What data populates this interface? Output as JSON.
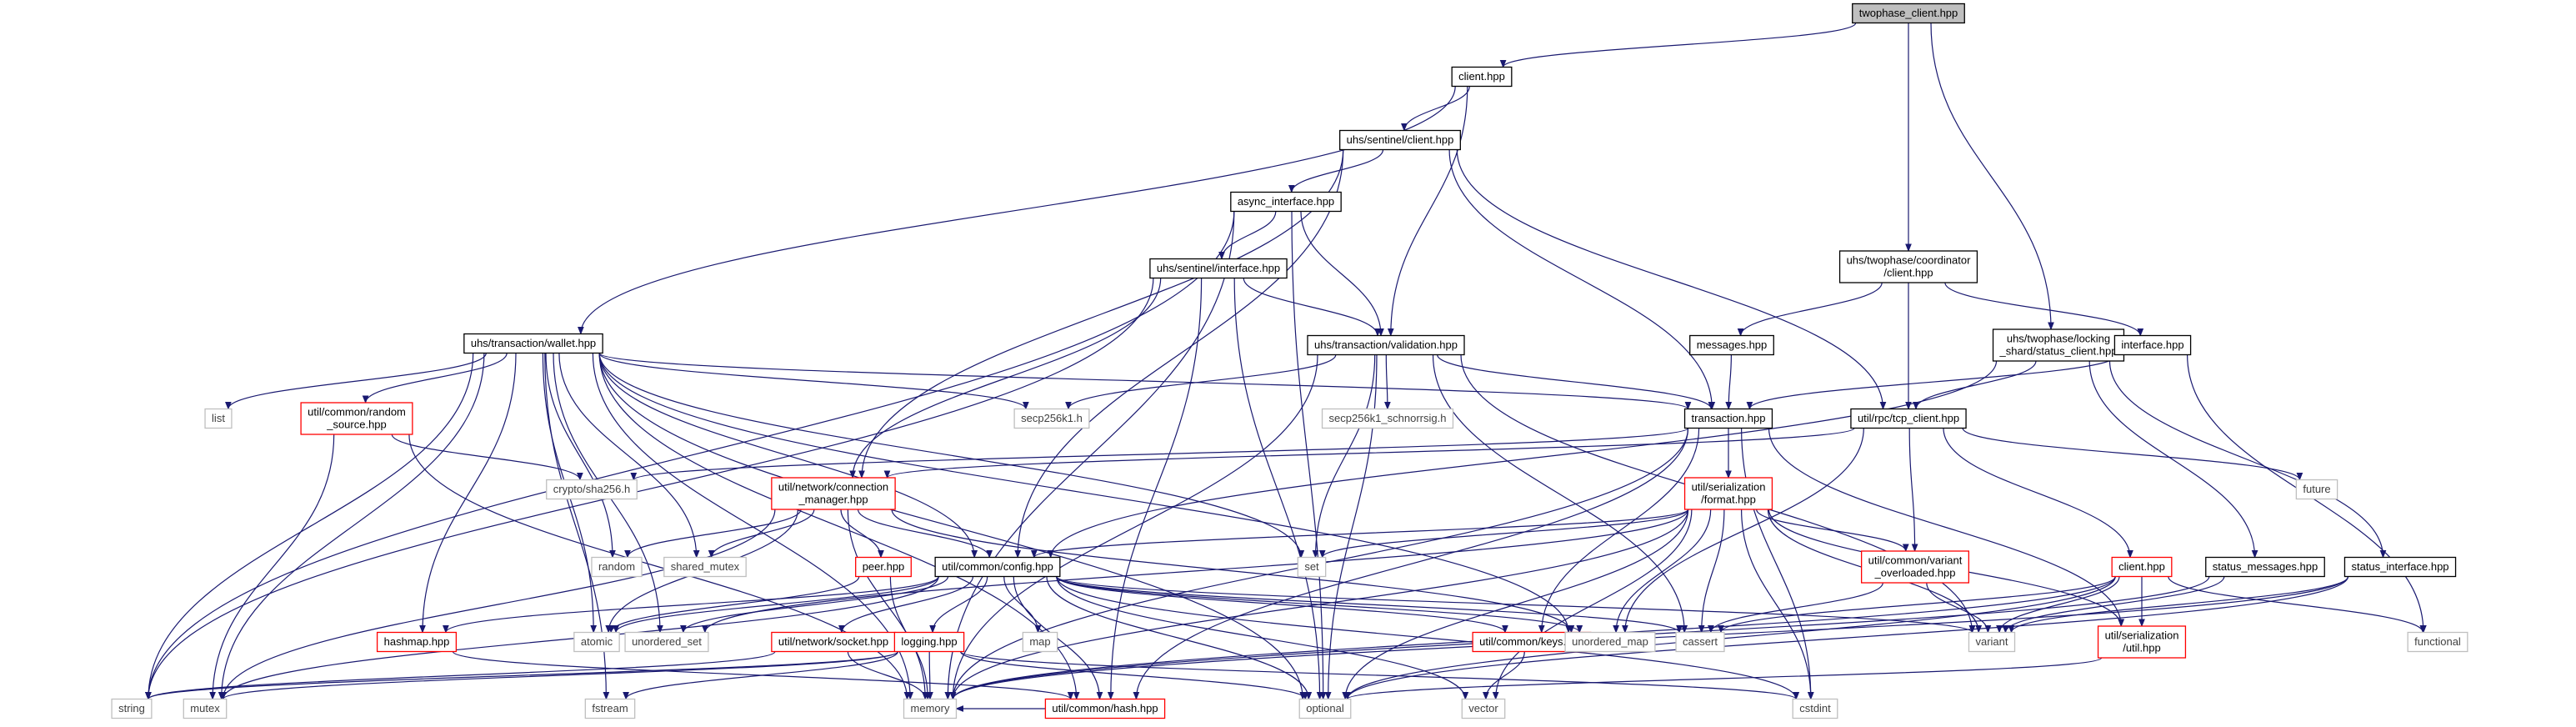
{
  "colors": {
    "root_fill": "#bfbfbf",
    "normal_stroke": "#000000",
    "truncated_stroke": "#ff0000",
    "external_stroke": "#bfbfbf",
    "external_text": "#404040",
    "edge": "#191970"
  },
  "nodes": [
    {
      "id": "root",
      "lines": [
        "twophase_client.hpp"
      ],
      "kind": "root"
    },
    {
      "id": "client_hpp",
      "lines": [
        "client.hpp"
      ],
      "kind": "normal"
    },
    {
      "id": "sentinel_client",
      "lines": [
        "uhs/sentinel/client.hpp"
      ],
      "kind": "normal"
    },
    {
      "id": "async_interface",
      "lines": [
        "async_interface.hpp"
      ],
      "kind": "normal"
    },
    {
      "id": "sentinel_interface",
      "lines": [
        "uhs/sentinel/interface.hpp"
      ],
      "kind": "normal"
    },
    {
      "id": "coordinator_client",
      "lines": [
        "uhs/twophase/coordinator",
        "/client.hpp"
      ],
      "kind": "normal"
    },
    {
      "id": "messages",
      "lines": [
        "messages.hpp"
      ],
      "kind": "normal"
    },
    {
      "id": "locking_status",
      "lines": [
        "uhs/twophase/locking",
        "_shard/status_client.hpp"
      ],
      "kind": "normal"
    },
    {
      "id": "interface_hpp",
      "lines": [
        "interface.hpp"
      ],
      "kind": "normal"
    },
    {
      "id": "wallet",
      "lines": [
        "uhs/transaction/wallet.hpp"
      ],
      "kind": "normal"
    },
    {
      "id": "validation",
      "lines": [
        "uhs/transaction/validation.hpp"
      ],
      "kind": "normal"
    },
    {
      "id": "transaction",
      "lines": [
        "transaction.hpp"
      ],
      "kind": "normal"
    },
    {
      "id": "tcp_client",
      "lines": [
        "util/rpc/tcp_client.hpp"
      ],
      "kind": "normal"
    },
    {
      "id": "random_source",
      "lines": [
        "util/common/random",
        "_source.hpp"
      ],
      "kind": "truncated"
    },
    {
      "id": "list",
      "lines": [
        "list"
      ],
      "kind": "external"
    },
    {
      "id": "secp256k1",
      "lines": [
        "secp256k1.h"
      ],
      "kind": "external"
    },
    {
      "id": "schnorrsig",
      "lines": [
        "secp256k1_schnorrsig.h"
      ],
      "kind": "external"
    },
    {
      "id": "sha256",
      "lines": [
        "crypto/sha256.h"
      ],
      "kind": "external"
    },
    {
      "id": "conn_manager",
      "lines": [
        "util/network/connection",
        "_manager.hpp"
      ],
      "kind": "truncated"
    },
    {
      "id": "format",
      "lines": [
        "util/serialization",
        "/format.hpp"
      ],
      "kind": "truncated"
    },
    {
      "id": "future",
      "lines": [
        "future"
      ],
      "kind": "external"
    },
    {
      "id": "random",
      "lines": [
        "random"
      ],
      "kind": "external"
    },
    {
      "id": "shared_mutex",
      "lines": [
        "shared_mutex"
      ],
      "kind": "external"
    },
    {
      "id": "set",
      "lines": [
        "set"
      ],
      "kind": "external"
    },
    {
      "id": "peer",
      "lines": [
        "peer.hpp"
      ],
      "kind": "truncated"
    },
    {
      "id": "config",
      "lines": [
        "util/common/config.hpp"
      ],
      "kind": "normal"
    },
    {
      "id": "variant_overloaded",
      "lines": [
        "util/common/variant",
        "_overloaded.hpp"
      ],
      "kind": "truncated"
    },
    {
      "id": "client_hpp2",
      "lines": [
        "client.hpp"
      ],
      "kind": "truncated"
    },
    {
      "id": "status_messages",
      "lines": [
        "status_messages.hpp"
      ],
      "kind": "normal"
    },
    {
      "id": "status_interface",
      "lines": [
        "status_interface.hpp"
      ],
      "kind": "normal"
    },
    {
      "id": "hashmap",
      "lines": [
        "hashmap.hpp"
      ],
      "kind": "truncated"
    },
    {
      "id": "atomic",
      "lines": [
        "atomic"
      ],
      "kind": "external"
    },
    {
      "id": "unordered_set",
      "lines": [
        "unordered_set"
      ],
      "kind": "external"
    },
    {
      "id": "socket",
      "lines": [
        "util/network/socket.hpp"
      ],
      "kind": "truncated"
    },
    {
      "id": "logging",
      "lines": [
        "logging.hpp"
      ],
      "kind": "truncated"
    },
    {
      "id": "map",
      "lines": [
        "map"
      ],
      "kind": "external"
    },
    {
      "id": "keys",
      "lines": [
        "util/common/keys.hpp"
      ],
      "kind": "truncated"
    },
    {
      "id": "unordered_map",
      "lines": [
        "unordered_map"
      ],
      "kind": "external"
    },
    {
      "id": "cassert",
      "lines": [
        "cassert"
      ],
      "kind": "external"
    },
    {
      "id": "variant",
      "lines": [
        "variant"
      ],
      "kind": "external"
    },
    {
      "id": "ser_util",
      "lines": [
        "util/serialization",
        "/util.hpp"
      ],
      "kind": "truncated"
    },
    {
      "id": "functional",
      "lines": [
        "functional"
      ],
      "kind": "external"
    },
    {
      "id": "string",
      "lines": [
        "string"
      ],
      "kind": "external"
    },
    {
      "id": "mutex",
      "lines": [
        "mutex"
      ],
      "kind": "external"
    },
    {
      "id": "fstream",
      "lines": [
        "fstream"
      ],
      "kind": "external"
    },
    {
      "id": "memory",
      "lines": [
        "memory"
      ],
      "kind": "external"
    },
    {
      "id": "hash",
      "lines": [
        "util/common/hash.hpp"
      ],
      "kind": "truncated"
    },
    {
      "id": "optional",
      "lines": [
        "optional"
      ],
      "kind": "external"
    },
    {
      "id": "vector",
      "lines": [
        "vector"
      ],
      "kind": "external"
    },
    {
      "id": "cstdint",
      "lines": [
        "cstdint"
      ],
      "kind": "external"
    }
  ],
  "edges": [
    [
      "root",
      "client_hpp"
    ],
    [
      "root",
      "coordinator_client"
    ],
    [
      "root",
      "locking_status"
    ],
    [
      "client_hpp",
      "sentinel_client"
    ],
    [
      "client_hpp",
      "wallet"
    ],
    [
      "client_hpp",
      "validation"
    ],
    [
      "sentinel_client",
      "async_interface"
    ],
    [
      "sentinel_client",
      "conn_manager"
    ],
    [
      "sentinel_client",
      "config"
    ],
    [
      "sentinel_client",
      "transaction"
    ],
    [
      "sentinel_client",
      "tcp_client"
    ],
    [
      "async_interface",
      "sentinel_interface"
    ],
    [
      "async_interface",
      "validation"
    ],
    [
      "async_interface",
      "string"
    ],
    [
      "async_interface",
      "memory"
    ],
    [
      "async_interface",
      "optional"
    ],
    [
      "sentinel_interface",
      "validation"
    ],
    [
      "sentinel_interface",
      "conn_manager"
    ],
    [
      "sentinel_interface",
      "string"
    ],
    [
      "sentinel_interface",
      "hash"
    ],
    [
      "sentinel_interface",
      "optional"
    ],
    [
      "coordinator_client",
      "messages"
    ],
    [
      "coordinator_client",
      "interface_hpp"
    ],
    [
      "coordinator_client",
      "tcp_client"
    ],
    [
      "messages",
      "transaction"
    ],
    [
      "interface_hpp",
      "transaction"
    ],
    [
      "interface_hpp",
      "functional"
    ],
    [
      "locking_status",
      "tcp_client"
    ],
    [
      "locking_status",
      "config"
    ],
    [
      "locking_status",
      "status_messages"
    ],
    [
      "locking_status",
      "status_interface"
    ],
    [
      "wallet",
      "transaction"
    ],
    [
      "wallet",
      "list"
    ],
    [
      "wallet",
      "secp256k1"
    ],
    [
      "wallet",
      "random_source"
    ],
    [
      "wallet",
      "config"
    ],
    [
      "wallet",
      "hashmap"
    ],
    [
      "wallet",
      "random"
    ],
    [
      "wallet",
      "shared_mutex"
    ],
    [
      "wallet",
      "set"
    ],
    [
      "wallet",
      "atomic"
    ],
    [
      "wallet",
      "unordered_set"
    ],
    [
      "wallet",
      "unordered_map"
    ],
    [
      "wallet",
      "string"
    ],
    [
      "wallet",
      "mutex"
    ],
    [
      "wallet",
      "fstream"
    ],
    [
      "wallet",
      "memory"
    ],
    [
      "wallet",
      "hash"
    ],
    [
      "wallet",
      "optional"
    ],
    [
      "validation",
      "transaction"
    ],
    [
      "validation",
      "secp256k1"
    ],
    [
      "validation",
      "schnorrsig"
    ],
    [
      "validation",
      "set"
    ],
    [
      "validation",
      "variant"
    ],
    [
      "validation",
      "cassert"
    ],
    [
      "validation",
      "memory"
    ],
    [
      "validation",
      "optional"
    ],
    [
      "transaction",
      "sha256"
    ],
    [
      "transaction",
      "format"
    ],
    [
      "transaction",
      "keys"
    ],
    [
      "transaction",
      "hash"
    ],
    [
      "transaction",
      "memory"
    ],
    [
      "transaction",
      "cstdint"
    ],
    [
      "transaction",
      "ser_util"
    ],
    [
      "tcp_client",
      "conn_manager"
    ],
    [
      "tcp_client",
      "future"
    ],
    [
      "tcp_client",
      "variant_overloaded"
    ],
    [
      "tcp_client",
      "client_hpp2"
    ],
    [
      "tcp_client",
      "unordered_map"
    ],
    [
      "random_source",
      "sha256"
    ],
    [
      "random_source",
      "mutex"
    ],
    [
      "random_source",
      "memory"
    ],
    [
      "conn_manager",
      "random"
    ],
    [
      "conn_manager",
      "shared_mutex"
    ],
    [
      "conn_manager",
      "peer"
    ],
    [
      "conn_manager",
      "config"
    ],
    [
      "conn_manager",
      "atomic"
    ],
    [
      "conn_manager",
      "mutex"
    ],
    [
      "conn_manager",
      "unordered_map"
    ],
    [
      "conn_manager",
      "memory"
    ],
    [
      "format",
      "config"
    ],
    [
      "format",
      "set"
    ],
    [
      "format",
      "variant_overloaded"
    ],
    [
      "format",
      "unordered_set"
    ],
    [
      "format",
      "unordered_map"
    ],
    [
      "format",
      "cassert"
    ],
    [
      "format",
      "variant"
    ],
    [
      "format",
      "memory"
    ],
    [
      "format",
      "vector"
    ],
    [
      "format",
      "cstdint"
    ],
    [
      "format",
      "optional"
    ],
    [
      "format",
      "ser_util"
    ],
    [
      "peer",
      "atomic"
    ],
    [
      "peer",
      "memory"
    ],
    [
      "config",
      "hashmap"
    ],
    [
      "config",
      "atomic"
    ],
    [
      "config",
      "unordered_set"
    ],
    [
      "config",
      "socket"
    ],
    [
      "config",
      "logging"
    ],
    [
      "config",
      "map"
    ],
    [
      "config",
      "keys"
    ],
    [
      "config",
      "unordered_map"
    ],
    [
      "config",
      "cassert"
    ],
    [
      "config",
      "variant"
    ],
    [
      "config",
      "hash"
    ],
    [
      "config",
      "optional"
    ],
    [
      "config",
      "vector"
    ],
    [
      "config",
      "cstdint"
    ],
    [
      "config",
      "mutex"
    ],
    [
      "variant_overloaded",
      "cassert"
    ],
    [
      "variant_overloaded",
      "variant"
    ],
    [
      "client_hpp2",
      "cassert"
    ],
    [
      "client_hpp2",
      "variant"
    ],
    [
      "client_hpp2",
      "functional"
    ],
    [
      "client_hpp2",
      "ser_util"
    ],
    [
      "client_hpp2",
      "memory"
    ],
    [
      "client_hpp2",
      "optional"
    ],
    [
      "status_messages",
      "variant"
    ],
    [
      "status_messages",
      "memory"
    ],
    [
      "status_interface",
      "variant"
    ],
    [
      "status_interface",
      "optional"
    ],
    [
      "status_interface",
      "memory"
    ],
    [
      "hashmap",
      "hash"
    ],
    [
      "socket",
      "memory"
    ],
    [
      "socket",
      "string"
    ],
    [
      "logging",
      "string"
    ],
    [
      "logging",
      "fstream"
    ],
    [
      "logging",
      "memory"
    ],
    [
      "logging",
      "mutex"
    ],
    [
      "logging",
      "optional"
    ],
    [
      "logging",
      "cstdint"
    ],
    [
      "keys",
      "vector"
    ],
    [
      "ser_util",
      "optional"
    ],
    [
      "hash",
      "memory"
    ]
  ]
}
